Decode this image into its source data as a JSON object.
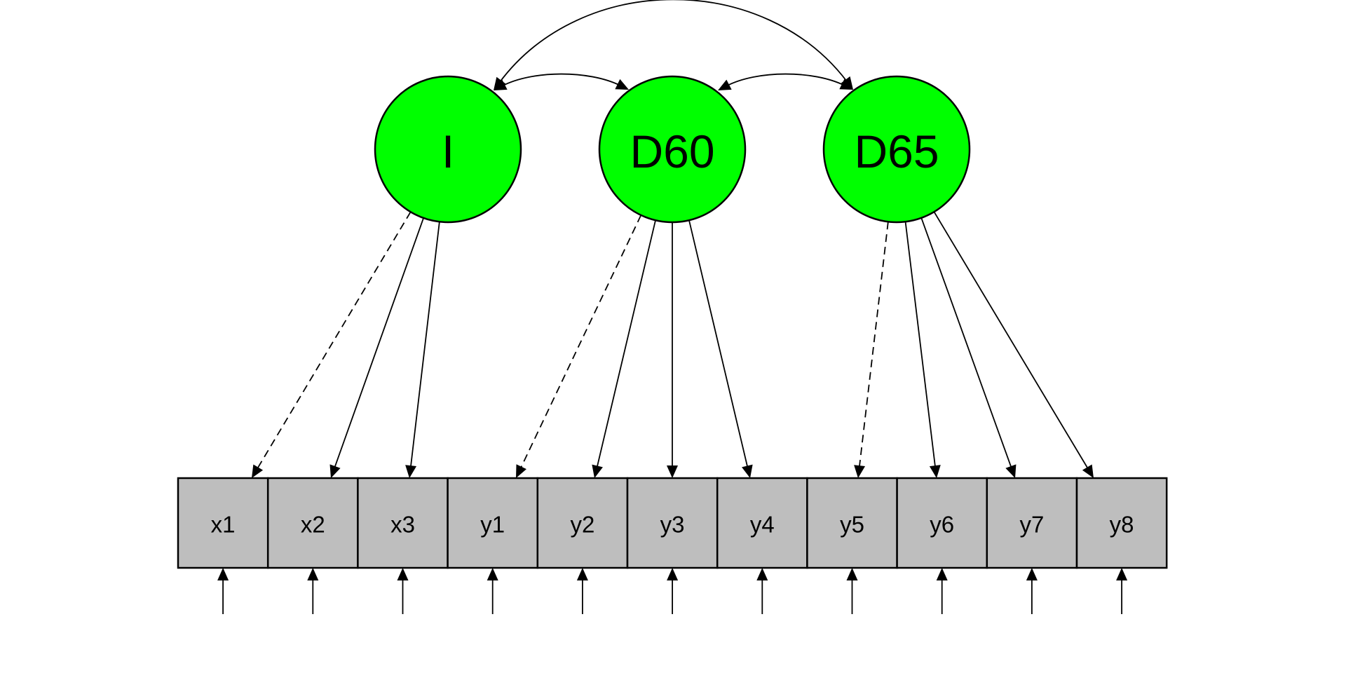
{
  "diagram": {
    "type": "path diagram (structural equation model)",
    "colors": {
      "latent_fill": "#00ff00",
      "manifest_fill": "#bebebe",
      "line": "#000000",
      "background": "#ffffff"
    },
    "latent_variables": [
      {
        "id": "I",
        "label": "I"
      },
      {
        "id": "D60",
        "label": "D60"
      },
      {
        "id": "D65",
        "label": "D65"
      }
    ],
    "manifest_variables": [
      {
        "id": "x1",
        "label": "x1"
      },
      {
        "id": "x2",
        "label": "x2"
      },
      {
        "id": "x3",
        "label": "x3"
      },
      {
        "id": "y1",
        "label": "y1"
      },
      {
        "id": "y2",
        "label": "y2"
      },
      {
        "id": "y3",
        "label": "y3"
      },
      {
        "id": "y4",
        "label": "y4"
      },
      {
        "id": "y5",
        "label": "y5"
      },
      {
        "id": "y6",
        "label": "y6"
      },
      {
        "id": "y7",
        "label": "y7"
      },
      {
        "id": "y8",
        "label": "y8"
      }
    ],
    "loadings": [
      {
        "from": "I",
        "to": "x1",
        "fixed": true
      },
      {
        "from": "I",
        "to": "x2",
        "fixed": false
      },
      {
        "from": "I",
        "to": "x3",
        "fixed": false
      },
      {
        "from": "D60",
        "to": "y1",
        "fixed": true
      },
      {
        "from": "D60",
        "to": "y2",
        "fixed": false
      },
      {
        "from": "D60",
        "to": "y3",
        "fixed": false
      },
      {
        "from": "D60",
        "to": "y4",
        "fixed": false
      },
      {
        "from": "D65",
        "to": "y5",
        "fixed": true
      },
      {
        "from": "D65",
        "to": "y6",
        "fixed": false
      },
      {
        "from": "D65",
        "to": "y7",
        "fixed": false
      },
      {
        "from": "D65",
        "to": "y8",
        "fixed": false
      }
    ],
    "covariances": [
      {
        "between": [
          "I",
          "D60"
        ]
      },
      {
        "between": [
          "D60",
          "D65"
        ]
      },
      {
        "between": [
          "I",
          "D65"
        ]
      }
    ],
    "residuals": [
      "x1",
      "x2",
      "x3",
      "y1",
      "y2",
      "y3",
      "y4",
      "y5",
      "y6",
      "y7",
      "y8"
    ]
  }
}
